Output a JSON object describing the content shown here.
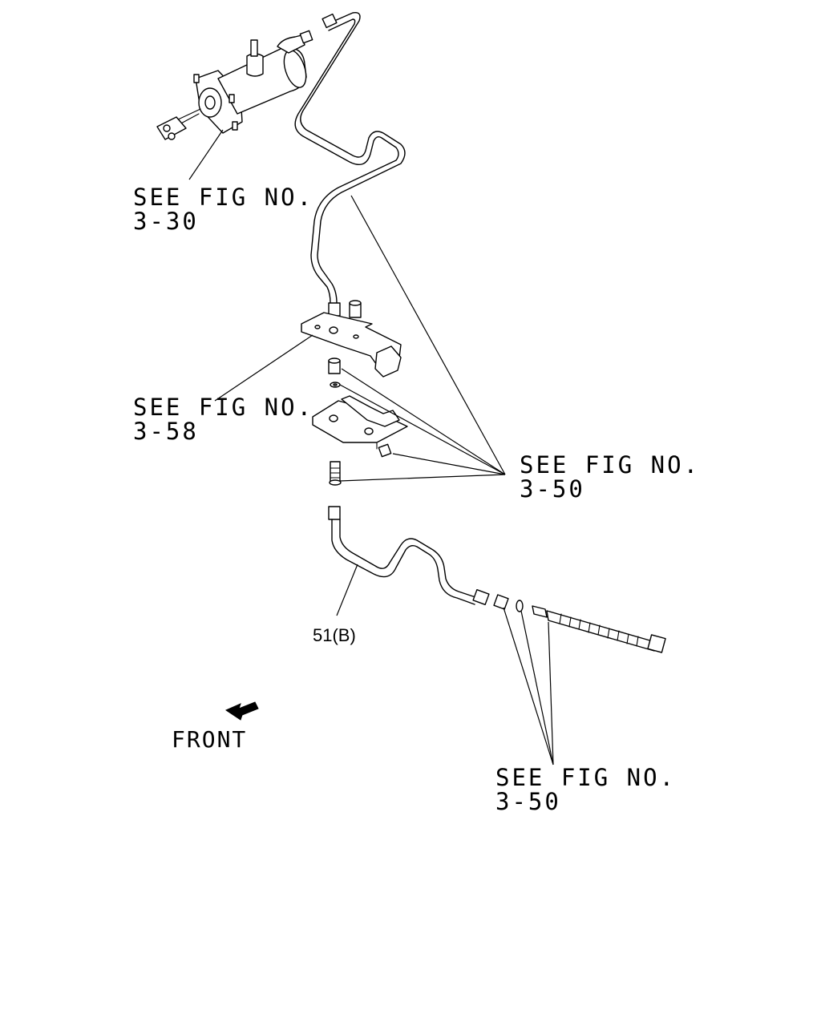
{
  "callouts": [
    {
      "id": "ref-master-cylinder",
      "line1": "SEE FIG NO.",
      "line2": "3-30"
    },
    {
      "id": "ref-bracket",
      "line1": "SEE FIG NO.",
      "line2": "3-58"
    },
    {
      "id": "ref-fittings-upper",
      "line1": "SEE FIG NO.",
      "line2": "3-50"
    },
    {
      "id": "ref-fittings-lower",
      "line1": "SEE FIG NO.",
      "line2": "3-50"
    }
  ],
  "part_label": "51(B)",
  "front_label": "FRONT"
}
